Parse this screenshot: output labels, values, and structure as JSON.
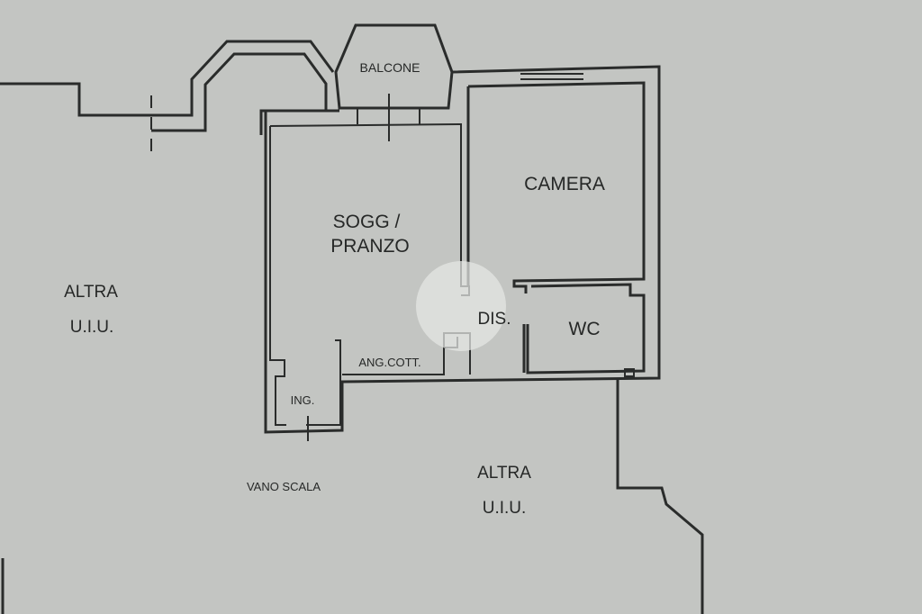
{
  "rooms": {
    "balcone": "BALCONE",
    "camera": "CAMERA",
    "soggiorno_line1": "SOGG /",
    "soggiorno_line2": "PRANZO",
    "dis": "DIS.",
    "wc": "WC",
    "ang_cott": "ANG.COTT.",
    "ing": "ING."
  },
  "surroundings": {
    "altra_left_line1": "ALTRA",
    "altra_left_line2": "U.I.U.",
    "altra_bottom_line1": "ALTRA",
    "altra_bottom_line2": "U.I.U.",
    "vano_scala": "VANO SCALA"
  },
  "colors": {
    "paper": "#c3c5c2",
    "ink": "#2a2c2b"
  }
}
